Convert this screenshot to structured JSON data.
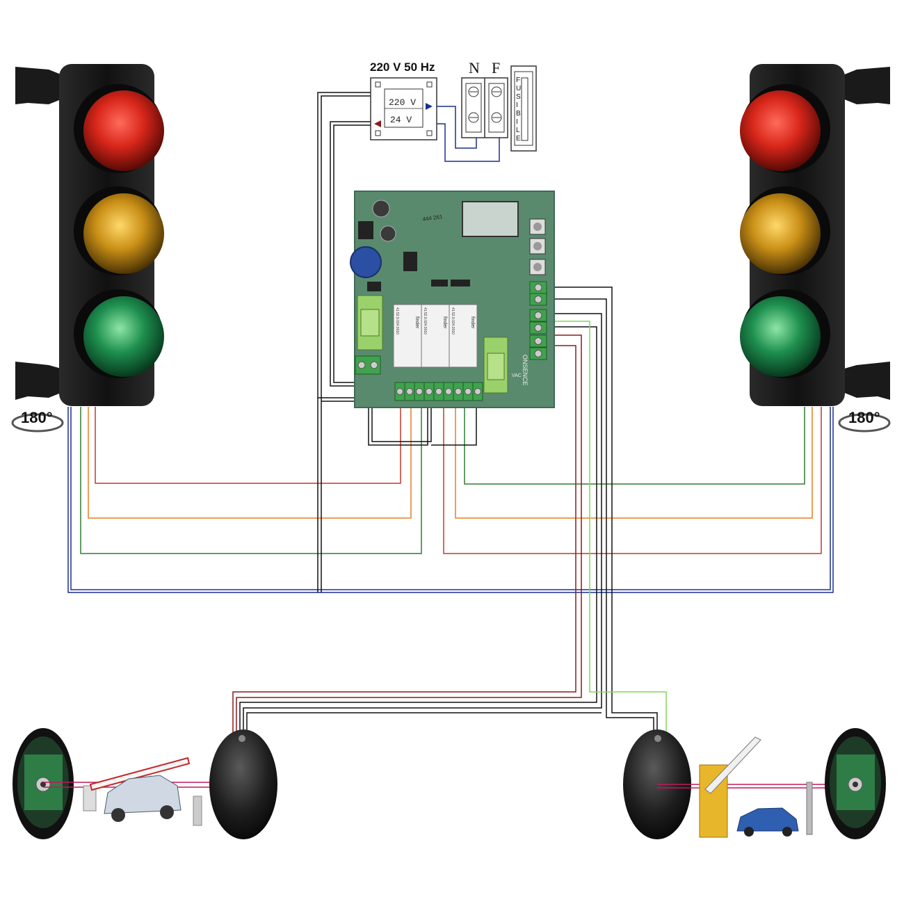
{
  "power": {
    "title": "220 V 50 Hz",
    "primary": "220 V",
    "secondary": "24 V"
  },
  "terminals": {
    "neutral": "N",
    "phase": "F"
  },
  "fuse": {
    "letters": [
      "F",
      "U",
      "S",
      "I",
      "B",
      "I",
      "L",
      "E"
    ]
  },
  "rotation": {
    "left": "180°",
    "right": "180°"
  },
  "board": {
    "chip_label": "444 261",
    "brand": "ONSENCE",
    "vac_label": "VAC",
    "relay_brand": "finder",
    "relay_code": "41.52.9.024.0010"
  },
  "colors": {
    "red_wire": "#c0392b",
    "orange_wire": "#e67e22",
    "green_wire": "#2e7d32",
    "blue_wire": "#1a2f8f",
    "black_wire": "#111111",
    "light_green_wire": "#7ed957",
    "dark_red_wire": "#8b1a1a",
    "board_green": "#5a8a6e",
    "terminal_green": "#3fa34d"
  }
}
